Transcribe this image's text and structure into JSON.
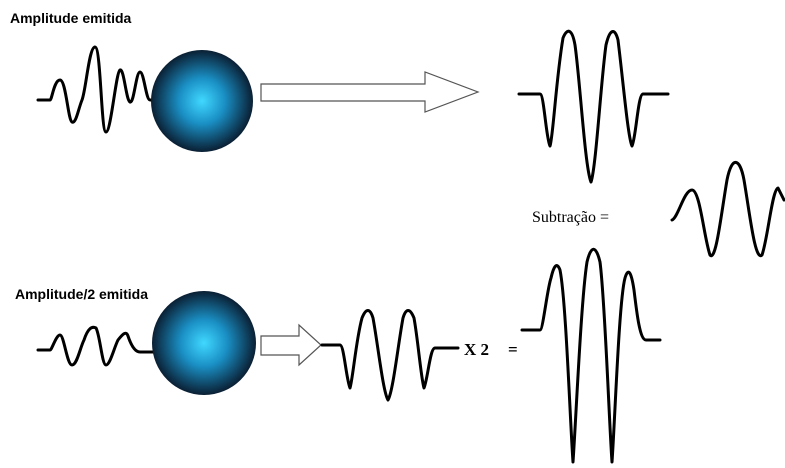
{
  "labels": {
    "top_title": "Amplitude emitida",
    "bottom_title": "Amplitude/2 emitida",
    "subtraction": "Subtração =",
    "times_two": "X 2",
    "equals": "="
  },
  "colors": {
    "sphere_center": "#40d8ff",
    "sphere_mid": "#1a8fc4",
    "sphere_edge": "#0a1f33",
    "stroke": "#000000",
    "arrow_outline": "#555555"
  },
  "icons": {
    "sphere": "sphere-icon",
    "arrow": "right-arrow-icon"
  }
}
